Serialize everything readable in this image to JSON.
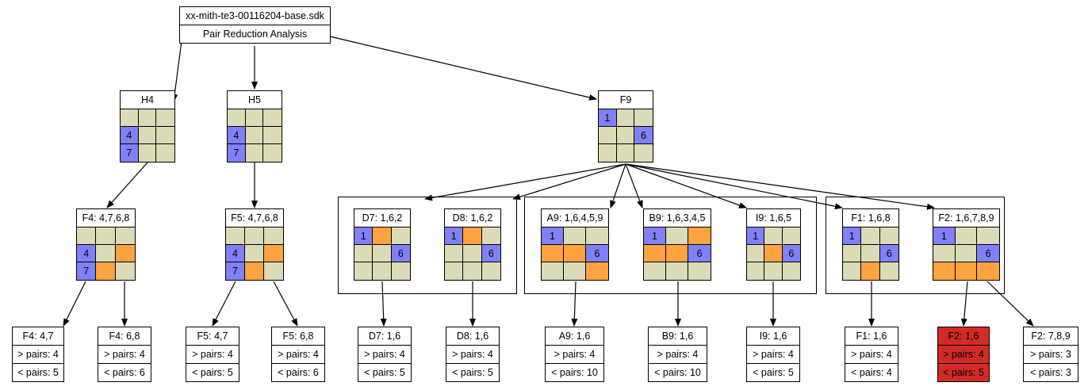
{
  "root": {
    "title": "xx-mith-te3-00116204-base.sdk",
    "subtitle": "Pair Reduction Analysis"
  },
  "colors": {
    "empty": "#dcdbb8",
    "given": "#8080f8",
    "pair": "#ffa340",
    "highlight": "#d22b25"
  },
  "grids": {
    "H4": {
      "title": "H4",
      "cells": [
        [
          "e",
          ""
        ],
        [
          "e",
          ""
        ],
        [
          "e",
          ""
        ],
        [
          "b",
          "4"
        ],
        [
          "e",
          ""
        ],
        [
          "e",
          ""
        ],
        [
          "b",
          "7"
        ],
        [
          "e",
          ""
        ],
        [
          "e",
          ""
        ]
      ]
    },
    "H5": {
      "title": "H5",
      "cells": [
        [
          "e",
          ""
        ],
        [
          "e",
          ""
        ],
        [
          "e",
          ""
        ],
        [
          "b",
          "4"
        ],
        [
          "e",
          ""
        ],
        [
          "e",
          ""
        ],
        [
          "b",
          "7"
        ],
        [
          "e",
          ""
        ],
        [
          "e",
          ""
        ]
      ]
    },
    "F9": {
      "title": "F9",
      "cells": [
        [
          "b",
          "1"
        ],
        [
          "e",
          ""
        ],
        [
          "e",
          ""
        ],
        [
          "e",
          ""
        ],
        [
          "e",
          ""
        ],
        [
          "b",
          "6"
        ],
        [
          "e",
          ""
        ],
        [
          "e",
          ""
        ],
        [
          "e",
          ""
        ]
      ]
    },
    "F4": {
      "title": "F4: 4,7,6,8",
      "cells": [
        [
          "e",
          ""
        ],
        [
          "e",
          ""
        ],
        [
          "e",
          ""
        ],
        [
          "b",
          "4"
        ],
        [
          "e",
          ""
        ],
        [
          "o",
          ""
        ],
        [
          "b",
          "7"
        ],
        [
          "o",
          ""
        ],
        [
          "e",
          ""
        ]
      ]
    },
    "F5": {
      "title": "F5: 4,7,6,8",
      "cells": [
        [
          "e",
          ""
        ],
        [
          "e",
          ""
        ],
        [
          "e",
          ""
        ],
        [
          "b",
          "4"
        ],
        [
          "e",
          ""
        ],
        [
          "o",
          ""
        ],
        [
          "b",
          "7"
        ],
        [
          "o",
          ""
        ],
        [
          "e",
          ""
        ]
      ]
    },
    "D7": {
      "title": "D7: 1,6,2",
      "cells": [
        [
          "b",
          "1"
        ],
        [
          "o",
          ""
        ],
        [
          "e",
          ""
        ],
        [
          "e",
          ""
        ],
        [
          "e",
          ""
        ],
        [
          "b",
          "6"
        ],
        [
          "e",
          ""
        ],
        [
          "e",
          ""
        ],
        [
          "e",
          ""
        ]
      ]
    },
    "D8": {
      "title": "D8: 1,6,2",
      "cells": [
        [
          "b",
          "1"
        ],
        [
          "o",
          ""
        ],
        [
          "e",
          ""
        ],
        [
          "e",
          ""
        ],
        [
          "e",
          ""
        ],
        [
          "b",
          "6"
        ],
        [
          "e",
          ""
        ],
        [
          "e",
          ""
        ],
        [
          "e",
          ""
        ]
      ]
    },
    "A9": {
      "title": "A9: 1,6,4,5,9",
      "cells": [
        [
          "b",
          "1"
        ],
        [
          "e",
          ""
        ],
        [
          "e",
          ""
        ],
        [
          "o",
          ""
        ],
        [
          "o",
          ""
        ],
        [
          "b",
          "6"
        ],
        [
          "e",
          ""
        ],
        [
          "e",
          ""
        ],
        [
          "o",
          ""
        ]
      ]
    },
    "B9": {
      "title": "B9: 1,6,3,4,5",
      "cells": [
        [
          "b",
          "1"
        ],
        [
          "e",
          ""
        ],
        [
          "o",
          ""
        ],
        [
          "o",
          ""
        ],
        [
          "o",
          ""
        ],
        [
          "b",
          "6"
        ],
        [
          "e",
          ""
        ],
        [
          "e",
          ""
        ],
        [
          "e",
          ""
        ]
      ]
    },
    "I9": {
      "title": "I9: 1,6,5",
      "cells": [
        [
          "b",
          "1"
        ],
        [
          "e",
          ""
        ],
        [
          "e",
          ""
        ],
        [
          "e",
          ""
        ],
        [
          "o",
          ""
        ],
        [
          "b",
          "6"
        ],
        [
          "e",
          ""
        ],
        [
          "e",
          ""
        ],
        [
          "e",
          ""
        ]
      ]
    },
    "F1": {
      "title": "F1: 1,6,8",
      "cells": [
        [
          "b",
          "1"
        ],
        [
          "e",
          ""
        ],
        [
          "e",
          ""
        ],
        [
          "e",
          ""
        ],
        [
          "e",
          ""
        ],
        [
          "b",
          "6"
        ],
        [
          "e",
          ""
        ],
        [
          "o",
          ""
        ],
        [
          "e",
          ""
        ]
      ]
    },
    "F2": {
      "title": "F2: 1,6,7,8,9",
      "cells": [
        [
          "b",
          "1"
        ],
        [
          "e",
          ""
        ],
        [
          "e",
          ""
        ],
        [
          "e",
          ""
        ],
        [
          "e",
          ""
        ],
        [
          "b",
          "6"
        ],
        [
          "o",
          ""
        ],
        [
          "o",
          ""
        ],
        [
          "o",
          ""
        ]
      ]
    }
  },
  "leaves": {
    "F4a": {
      "title": "F4: 4,7",
      "more": "> pairs: 4",
      "less": "< pairs: 5"
    },
    "F4b": {
      "title": "F4: 6,8",
      "more": "> pairs: 4",
      "less": "< pairs: 6"
    },
    "F5a": {
      "title": "F5: 4,7",
      "more": "> pairs: 4",
      "less": "< pairs: 5"
    },
    "F5b": {
      "title": "F5: 6,8",
      "more": "> pairs: 4",
      "less": "< pairs: 6"
    },
    "D7": {
      "title": "D7: 1,6",
      "more": "> pairs: 4",
      "less": "< pairs: 5"
    },
    "D8": {
      "title": "D8: 1,6",
      "more": "> pairs: 4",
      "less": "< pairs: 5"
    },
    "A9": {
      "title": "A9: 1,6",
      "more": "> pairs: 4",
      "less": "< pairs: 10"
    },
    "B9": {
      "title": "B9: 1,6",
      "more": "> pairs: 4",
      "less": "< pairs: 10"
    },
    "I9": {
      "title": "I9: 1,6",
      "more": "> pairs: 4",
      "less": "< pairs: 5"
    },
    "F1": {
      "title": "F1: 1,6",
      "more": "> pairs: 4",
      "less": "< pairs: 4"
    },
    "F2a": {
      "title": "F2: 1,6",
      "more": "> pairs: 4",
      "less": "< pairs: 5"
    },
    "F2b": {
      "title": "F2: 7,8,9",
      "more": "> pairs: 3",
      "less": "< pairs: 3"
    }
  }
}
